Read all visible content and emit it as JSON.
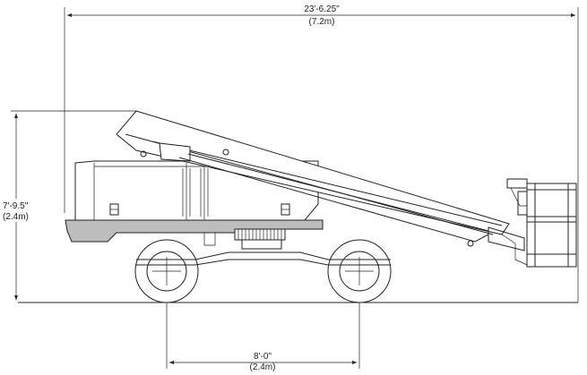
{
  "dimensions": {
    "overall_length": {
      "imperial": "23'-6.25\"",
      "metric": "(7.2m)"
    },
    "stowed_height": {
      "imperial": "7'-9.5\"",
      "metric": "(2.4m)"
    },
    "wheelbase": {
      "imperial": "8'-0\"",
      "metric": "(2.4m)"
    }
  },
  "colors": {
    "line": "#222222",
    "chassis_fill": "#bdbdbd",
    "background": "#ffffff"
  }
}
